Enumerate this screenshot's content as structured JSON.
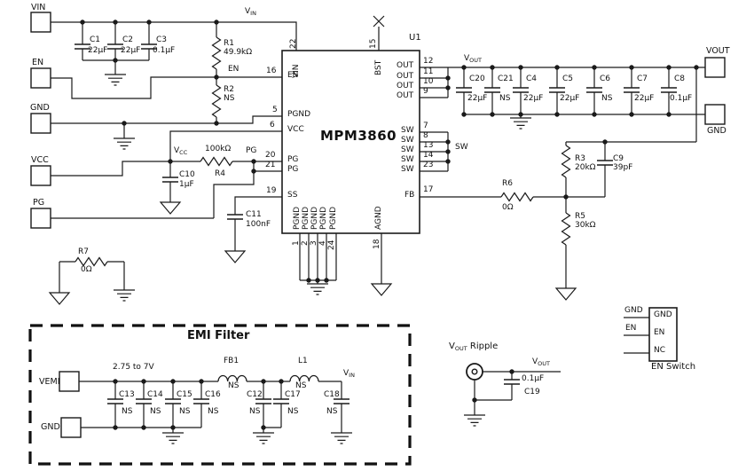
{
  "pads": {
    "vin": "VIN",
    "en": "EN",
    "gnd": "GND",
    "vcc": "VCC",
    "pg": "PG",
    "vout": "VOUT",
    "vout_gnd": "GND",
    "vemi": "VEMI",
    "emi_gnd": "GND"
  },
  "nets": {
    "vin": {
      "base": "V",
      "sub": "IN"
    },
    "vout": {
      "base": "V",
      "sub": "OUT"
    },
    "vcc": {
      "base": "V",
      "sub": "CC"
    },
    "en": "EN",
    "pg": "PG",
    "sw": "SW"
  },
  "ic": {
    "ref": "U1",
    "part": "MPM3860",
    "pins": {
      "n22": "22",
      "n15": "15",
      "n16": "16",
      "n5": "5",
      "n6": "6",
      "n20": "20",
      "n21": "21",
      "n19": "19",
      "n12": "12",
      "n11": "11",
      "n10": "10",
      "n9": "9",
      "n7": "7",
      "n8": "8",
      "n13": "13",
      "n14": "14",
      "n23": "23",
      "n17": "17",
      "n1": "1",
      "n2": "2",
      "n3": "3",
      "n4": "4",
      "n24": "24",
      "n18": "18",
      "vin": "VIN",
      "bst": "BST",
      "en": "EN",
      "pgnd": "PGND",
      "vcc": "VCC",
      "pg": "PG",
      "ss": "SS",
      "out": "OUT",
      "sw": "SW",
      "fb": "FB",
      "agnd": "AGND"
    }
  },
  "components": {
    "r1": {
      "ref": "R1",
      "value": "49.9kΩ"
    },
    "r2": {
      "ref": "R2",
      "value": "NS"
    },
    "r3": {
      "ref": "R3",
      "value": "20kΩ"
    },
    "r4": {
      "ref": "R4",
      "value": "100kΩ"
    },
    "r5": {
      "ref": "R5",
      "value": "30kΩ"
    },
    "r6": {
      "ref": "R6",
      "value": "0Ω"
    },
    "r7": {
      "ref": "R7",
      "value": "0Ω"
    },
    "c1": {
      "ref": "C1",
      "value": "22µF"
    },
    "c2": {
      "ref": "C2",
      "value": "22µF"
    },
    "c3": {
      "ref": "C3",
      "value": "0.1µF"
    },
    "c4": {
      "ref": "C4",
      "value": "22µF"
    },
    "c5": {
      "ref": "C5",
      "value": "22µF"
    },
    "c6": {
      "ref": "C6",
      "value": "NS"
    },
    "c7": {
      "ref": "C7",
      "value": "22µF"
    },
    "c8": {
      "ref": "C8",
      "value": "0.1µF"
    },
    "c9": {
      "ref": "C9",
      "value": "39pF"
    },
    "c10": {
      "ref": "C10",
      "value": "1µF"
    },
    "c11": {
      "ref": "C11",
      "value": "100nF"
    },
    "c12": {
      "ref": "C12",
      "value": "NS"
    },
    "c13": {
      "ref": "C13",
      "value": "NS"
    },
    "c14": {
      "ref": "C14",
      "value": "NS"
    },
    "c15": {
      "ref": "C15",
      "value": "NS"
    },
    "c16": {
      "ref": "C16",
      "value": "NS"
    },
    "c17": {
      "ref": "C17",
      "value": "NS"
    },
    "c18": {
      "ref": "C18",
      "value": "NS"
    },
    "c19": {
      "ref": "C19",
      "value": "0.1µF"
    },
    "c20": {
      "ref": "C20",
      "value": "22µF"
    },
    "c21": {
      "ref": "C21",
      "value": "NS"
    },
    "fb1": {
      "ref": "FB1",
      "value": "NS"
    },
    "l1": {
      "ref": "L1",
      "value": "NS"
    }
  },
  "emi_filter": {
    "title": "EMI Filter",
    "input_range": "2.75 to 7V"
  },
  "ripple_probe": {
    "title_suffix": " Ripple"
  },
  "en_switch": {
    "title": "EN Switch",
    "pin_gnd": "GND",
    "pin_en": "EN",
    "pin_nc": "NC",
    "net_gnd": "GND",
    "net_en": "EN"
  },
  "colors": {
    "ink": "#1a1a1a",
    "background": "#ffffff"
  }
}
